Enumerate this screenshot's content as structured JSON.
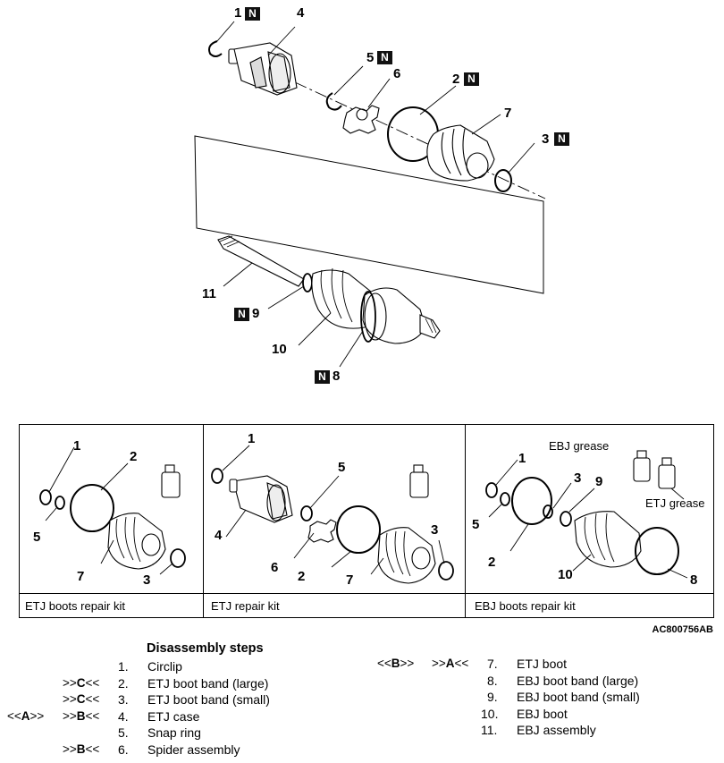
{
  "main_diagram": {
    "callouts": [
      {
        "id": "c1",
        "num": "1",
        "n": true
      },
      {
        "id": "c4",
        "num": "4",
        "n": false
      },
      {
        "id": "c5",
        "num": "5",
        "n": true
      },
      {
        "id": "c6",
        "num": "6",
        "n": false
      },
      {
        "id": "c2",
        "num": "2",
        "n": true
      },
      {
        "id": "c7",
        "num": "7",
        "n": false
      },
      {
        "id": "c3",
        "num": "3",
        "n": true
      },
      {
        "id": "c11",
        "num": "11",
        "n": false
      },
      {
        "id": "c9",
        "num": "9",
        "n": true
      },
      {
        "id": "c10",
        "num": "10",
        "n": false
      },
      {
        "id": "c8",
        "num": "8",
        "n": true
      }
    ],
    "n_mark": "N"
  },
  "kits": [
    {
      "label": "ETJ boots repair kit",
      "callouts": [
        "1",
        "2",
        "5",
        "7",
        "3"
      ]
    },
    {
      "label": "ETJ repair kit",
      "callouts": [
        "1",
        "5",
        "4",
        "6",
        "2",
        "7",
        "3"
      ]
    },
    {
      "label": "EBJ boots repair kit",
      "callouts": [
        "1",
        "3",
        "9",
        "5",
        "2",
        "10",
        "8"
      ],
      "grease_labels": [
        "EBJ grease",
        "ETJ grease"
      ]
    }
  ],
  "figure_code": "AC800756AB",
  "steps": {
    "heading": "Disassembly steps",
    "left": [
      {
        "ref1": "",
        "ref2": "",
        "num": "1.",
        "name": "Circlip"
      },
      {
        "ref1": "",
        "ref2": ">>C<<",
        "num": "2.",
        "name": "ETJ boot band (large)"
      },
      {
        "ref1": "",
        "ref2": ">>C<<",
        "num": "3.",
        "name": "ETJ boot band (small)"
      },
      {
        "ref1": "<<A>>",
        "ref2": ">>B<<",
        "num": "4.",
        "name": "ETJ case"
      },
      {
        "ref1": "",
        "ref2": "",
        "num": "5.",
        "name": "Snap ring"
      },
      {
        "ref1": "",
        "ref2": ">>B<<",
        "num": "6.",
        "name": "Spider assembly"
      }
    ],
    "right": [
      {
        "ref1": "<<B>>",
        "ref2": ">>A<<",
        "num": "7.",
        "name": "ETJ boot"
      },
      {
        "ref1": "",
        "ref2": "",
        "num": "8.",
        "name": "EBJ boot band (large)"
      },
      {
        "ref1": "",
        "ref2": "",
        "num": "9.",
        "name": "EBJ boot band (small)"
      },
      {
        "ref1": "",
        "ref2": "",
        "num": "10.",
        "name": "EBJ boot"
      },
      {
        "ref1": "",
        "ref2": "",
        "num": "11.",
        "name": "EBJ assembly"
      }
    ]
  }
}
